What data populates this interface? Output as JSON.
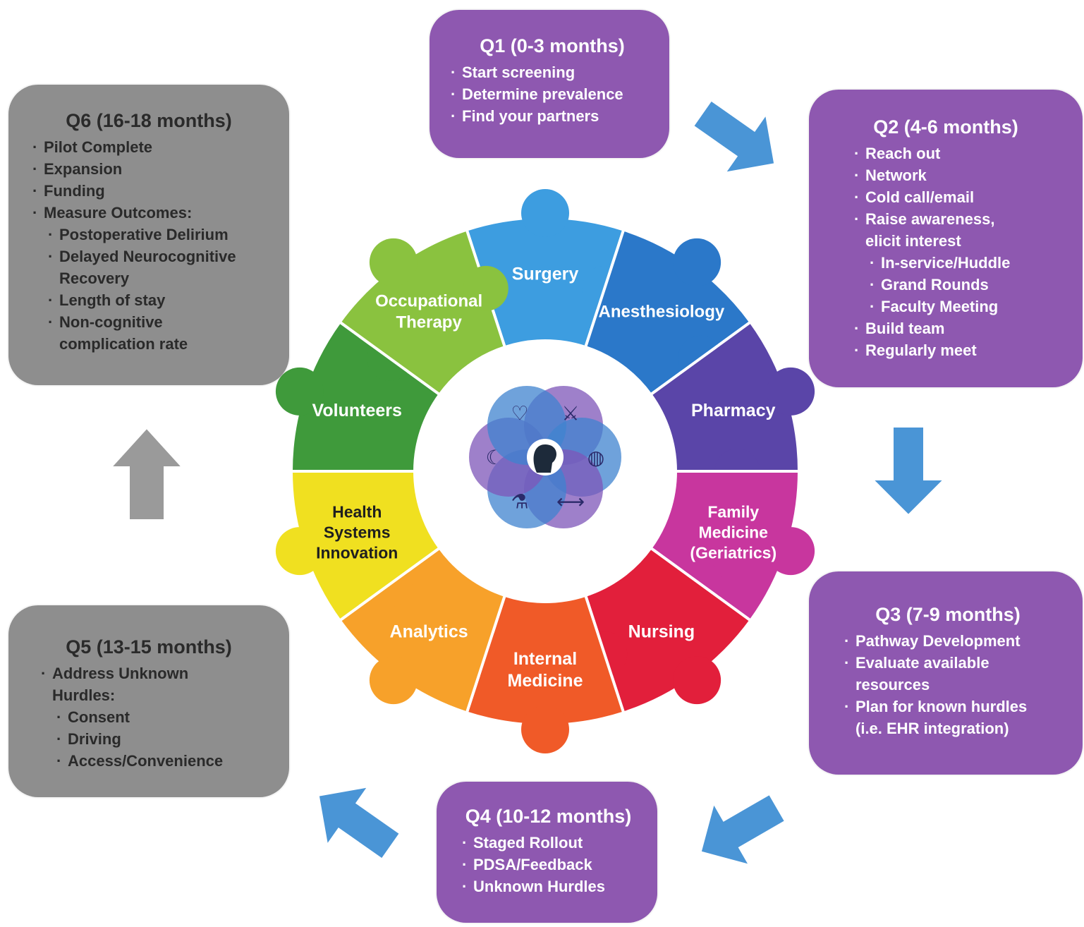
{
  "phases": [
    {
      "id": "q1",
      "title": "Q1 (0-3 months)",
      "items": [
        {
          "text": "Start screening"
        },
        {
          "text": "Determine prevalence"
        },
        {
          "text": "Find your partners"
        }
      ]
    },
    {
      "id": "q2",
      "title": "Q2 (4-6 months)",
      "items": [
        {
          "text": "Reach out"
        },
        {
          "text": "Network"
        },
        {
          "text": "Cold call/email"
        },
        {
          "text": "Raise awareness,",
          "cont": "elicit interest"
        },
        {
          "text": "In-service/Huddle",
          "sub": true
        },
        {
          "text": "Grand Rounds",
          "sub": true
        },
        {
          "text": "Faculty Meeting",
          "sub": true
        },
        {
          "text": "Build team"
        },
        {
          "text": "Regularly meet"
        }
      ]
    },
    {
      "id": "q3",
      "title": "Q3 (7-9 months)",
      "items": [
        {
          "text": "Pathway Development"
        },
        {
          "text": "Evaluate available",
          "cont": "resources"
        },
        {
          "text": "Plan for known hurdles",
          "cont": "(i.e. EHR integration)"
        }
      ]
    },
    {
      "id": "q4",
      "title": "Q4 (10-12 months)",
      "items": [
        {
          "text": "Staged Rollout"
        },
        {
          "text": "PDSA/Feedback"
        },
        {
          "text": "Unknown Hurdles"
        }
      ]
    },
    {
      "id": "q5",
      "title": "Q5 (13-15 months)",
      "items": [
        {
          "text": "Address Unknown",
          "cont": "Hurdles:"
        },
        {
          "text": "Consent",
          "sub": true
        },
        {
          "text": "Driving",
          "sub": true
        },
        {
          "text": "Access/Convenience",
          "sub": true
        }
      ]
    },
    {
      "id": "q6",
      "title": "Q6 (16-18 months)",
      "items": [
        {
          "text": "Pilot Complete"
        },
        {
          "text": "Expansion"
        },
        {
          "text": "Funding"
        },
        {
          "text": "Measure Outcomes:"
        },
        {
          "text": "Postoperative Delirium",
          "sub": true
        },
        {
          "text": "Delayed Neurocognitive",
          "cont": "Recovery",
          "sub": true
        },
        {
          "text": "Length of stay",
          "sub": true
        },
        {
          "text": "Non-cognitive",
          "cont": "complication rate",
          "sub": true
        }
      ]
    }
  ],
  "wheel": {
    "segments": [
      {
        "lines": [
          "Surgery"
        ],
        "color": "#3d9de0",
        "text_color": "#ffffff"
      },
      {
        "lines": [
          "Anesthesiology"
        ],
        "color": "#2b78c9",
        "text_color": "#ffffff"
      },
      {
        "lines": [
          "Pharmacy"
        ],
        "color": "#5a45a8",
        "text_color": "#ffffff"
      },
      {
        "lines": [
          "Family",
          "Medicine",
          "(Geriatrics)"
        ],
        "color": "#c8369e",
        "text_color": "#ffffff"
      },
      {
        "lines": [
          "Nursing"
        ],
        "color": "#e21f3b",
        "text_color": "#ffffff"
      },
      {
        "lines": [
          "Internal",
          "Medicine"
        ],
        "color": "#f05a28",
        "text_color": "#ffffff"
      },
      {
        "lines": [
          "Analytics"
        ],
        "color": "#f7a12a",
        "text_color": "#ffffff"
      },
      {
        "lines": [
          "Health",
          "Systems",
          "Innovation"
        ],
        "color": "#f0e020",
        "text_color": "#1f1f1f"
      },
      {
        "lines": [
          "Volunteers"
        ],
        "color": "#3f9a3b",
        "text_color": "#ffffff"
      },
      {
        "lines": [
          "Occupational",
          "Therapy"
        ],
        "color": "#8ac23f",
        "text_color": "#ffffff"
      }
    ],
    "center_icons": [
      "exercise-icon",
      "apple-icon",
      "dumbbell-icon",
      "flask-icon",
      "sleep-icon",
      "heart-icon"
    ]
  },
  "colors": {
    "phase_purple": "#8e58b0",
    "phase_gray": "#8e8e8e",
    "arrow_blue": "#4a95d6",
    "arrow_gray": "#9a9a9a"
  }
}
